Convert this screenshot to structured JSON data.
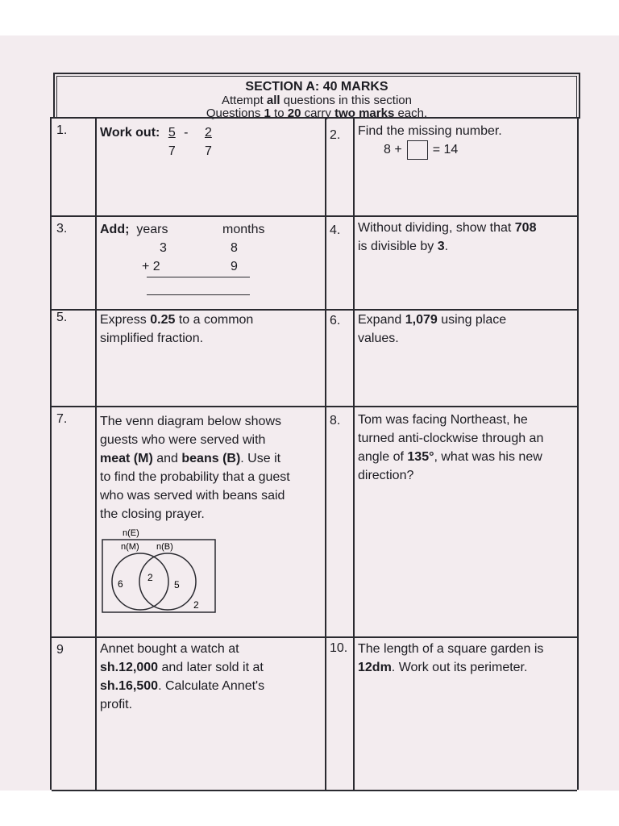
{
  "header": {
    "title": "SECTION A: 40 MARKS",
    "line1_pre": "Attempt ",
    "line1_bold": "all",
    "line1_post": " questions in this section",
    "line2_pre": "Questions ",
    "line2_bold1": "1",
    "line2_mid": " to ",
    "line2_bold2": "20",
    "line2_mid2": " carry ",
    "line2_bold3": "two marks",
    "line2_post": " each."
  },
  "q1": {
    "num": "1.",
    "label": "Work out:",
    "a_num": "5",
    "a_den": "7",
    "op": "-",
    "b_num": "2",
    "b_den": "7"
  },
  "q2": {
    "num": "2.",
    "text": "Find the missing number.",
    "eq_left": "8 +",
    "eq_right": "= 14"
  },
  "q3": {
    "num": "3.",
    "label": "Add;",
    "col1": "years",
    "col2": "months",
    "r1c1": "3",
    "r1c2": "8",
    "r2c1": "+ 2",
    "r2c2": "9"
  },
  "q4": {
    "num": "4.",
    "text1": "Without dividing, show that ",
    "bold1": "708",
    "text2": "is divisible by ",
    "bold2": "3",
    "text3": "."
  },
  "q5": {
    "num": "5.",
    "text1": "Express ",
    "bold1": "0.25",
    "text2": " to a common",
    "text3": "simplified fraction."
  },
  "q6": {
    "num": "6.",
    "text1": "Expand ",
    "bold1": "1,079",
    "text2": " using place",
    "text3": "values."
  },
  "q7": {
    "num": "7.",
    "lines": [
      "The venn diagram below shows",
      "guests who were served with"
    ],
    "b_meat": "meat (M)",
    "and": " and ",
    "b_beans": "beans (B)",
    "use": ". Use it",
    "lines2": [
      "to find the probability that a guest",
      "who was served with beans said",
      "the closing prayer."
    ],
    "venn": {
      "universe": "n(E)",
      "set_m": "n(M)",
      "set_b": "n(B)",
      "only_m": "6",
      "both": "2",
      "only_b": "5",
      "outside": "2"
    }
  },
  "q8": {
    "num": "8.",
    "line1": "Tom was facing Northeast, he",
    "line2": "turned anti-clockwise through an",
    "line3_pre": "angle of ",
    "line3_bold": "135°",
    "line3_post": ", what was his new",
    "line4": "direction?"
  },
  "q9": {
    "num": "9",
    "line1": "Annet bought a watch at",
    "bold1": "sh.12,000",
    "line2": " and later sold it at",
    "bold2": "sh.16,500",
    "line3": ". Calculate Annet's",
    "line4": "profit."
  },
  "q10": {
    "num": "10.",
    "line1": "The length of a square garden is",
    "bold1": "12dm",
    "line2": ". Work out its perimeter."
  }
}
